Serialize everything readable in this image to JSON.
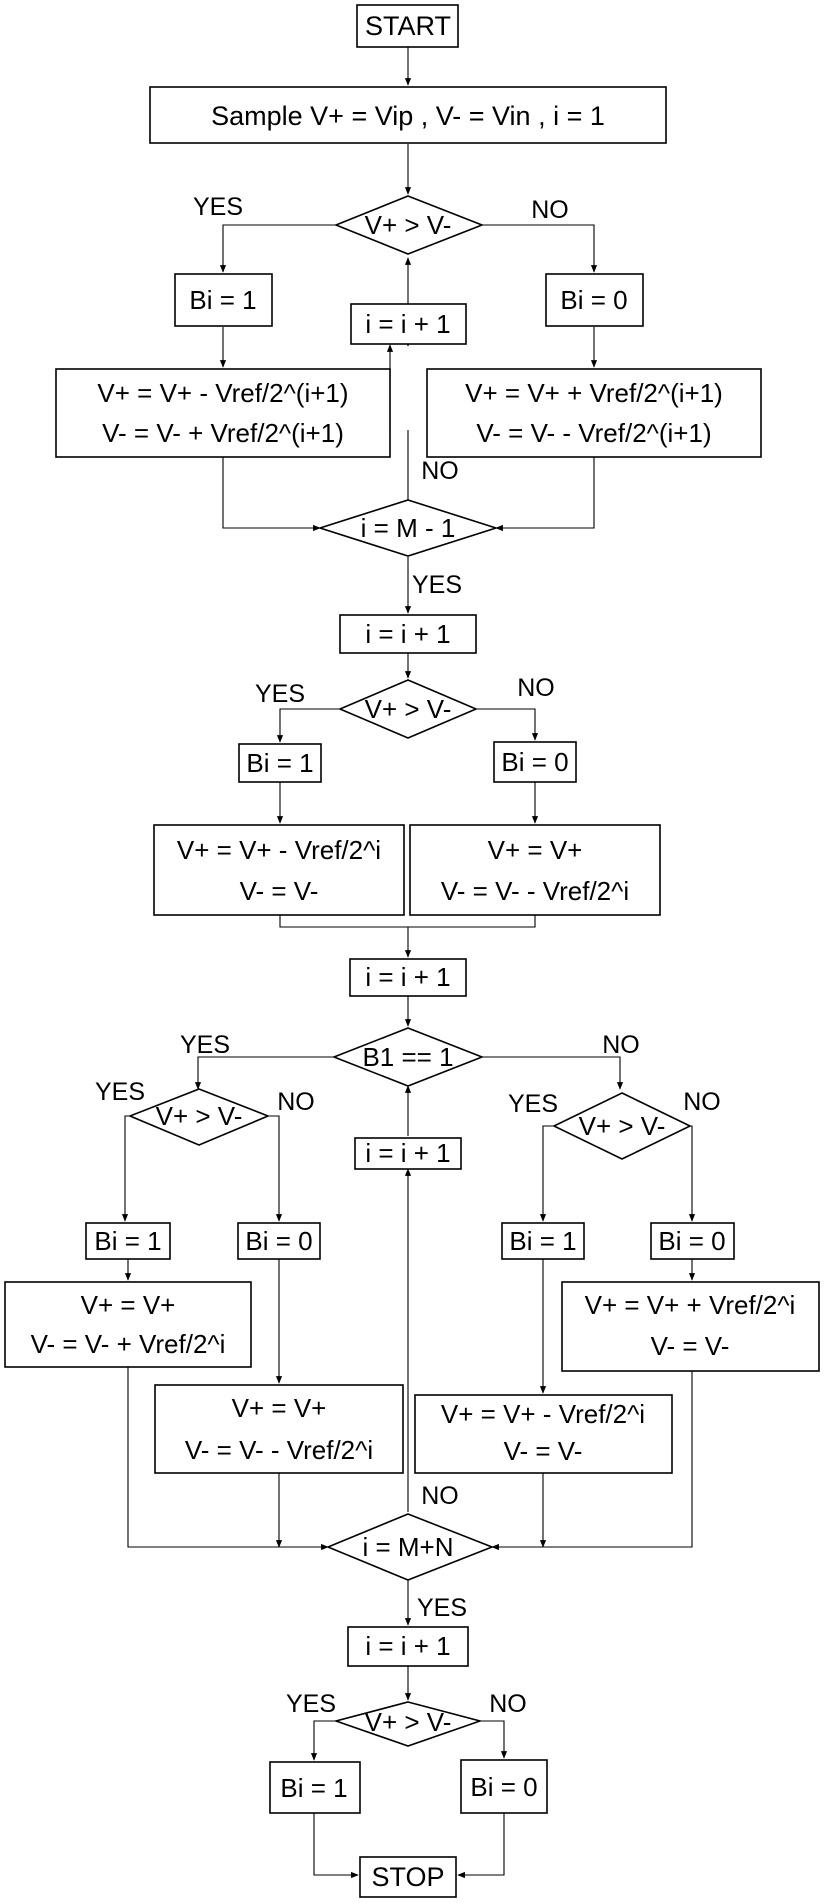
{
  "start": "START",
  "sample": "Sample V+ = Vip , V- = Vin , i = 1",
  "compare": "V+ > V-",
  "yes": "YES",
  "no": "NO",
  "bi_one": "Bi = 1",
  "bi_zero": "Bi = 0",
  "increment": "i = i + 1",
  "stage1": {
    "yes_update": [
      "V+ = V+ - Vref/2^(i+1)",
      "V- = V- + Vref/2^(i+1)"
    ],
    "no_update": [
      "V+ = V+ + Vref/2^(i+1)",
      "V- = V- - Vref/2^(i+1)"
    ],
    "loop_check": "i = M - 1"
  },
  "stage2": {
    "yes_update": [
      "V+ = V+ - Vref/2^i",
      "V- = V-"
    ],
    "no_update": [
      "V+ = V+",
      "V- = V- - Vref/2^i"
    ]
  },
  "stage3": {
    "branch_check": "B1 == 1",
    "left_one_update": [
      "V+ = V+",
      "V- = V- + Vref/2^i"
    ],
    "left_zero_update": [
      "V+ = V+",
      "V- = V- - Vref/2^i"
    ],
    "right_one_update": [
      "V+ = V+ - Vref/2^i",
      "V- = V-"
    ],
    "right_zero_update": [
      "V+ = V+ + Vref/2^i",
      "V- = V-"
    ],
    "loop_check": "i = M+N"
  },
  "stop": "STOP"
}
